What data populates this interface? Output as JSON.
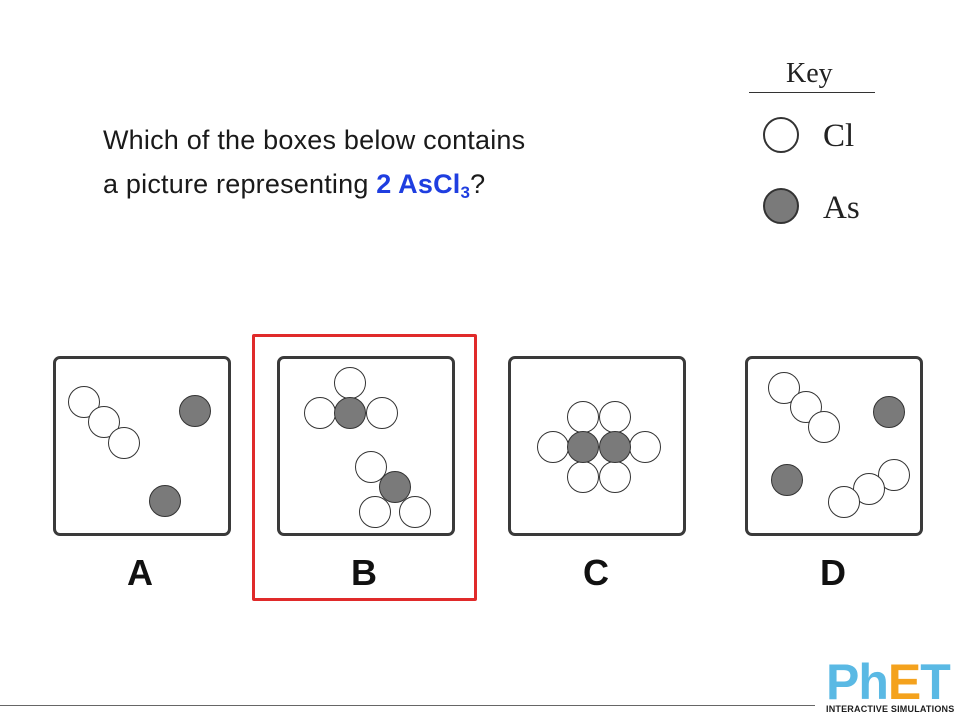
{
  "question": {
    "line1": "Which of the boxes below contains",
    "line2_prefix": "a picture representing ",
    "formula": "2 AsCl",
    "formula_subscript": "3",
    "line2_suffix": "?",
    "highlight_color": "#1f3ee0"
  },
  "key": {
    "title": "Key",
    "items": [
      {
        "label": "Cl",
        "color": "#ffffff"
      },
      {
        "label": "As",
        "color": "#7a7a7a"
      }
    ]
  },
  "options": [
    {
      "letter": "A",
      "selected": false
    },
    {
      "letter": "B",
      "selected": true
    },
    {
      "letter": "C",
      "selected": false
    },
    {
      "letter": "D",
      "selected": false
    }
  ],
  "selection_color": "#e02a2a",
  "logo": {
    "brand": "PhET",
    "tagline": "INTERACTIVE SIMULATIONS",
    "colors": {
      "primary": "#5ab9e4",
      "accent": "#f4a21d"
    }
  }
}
